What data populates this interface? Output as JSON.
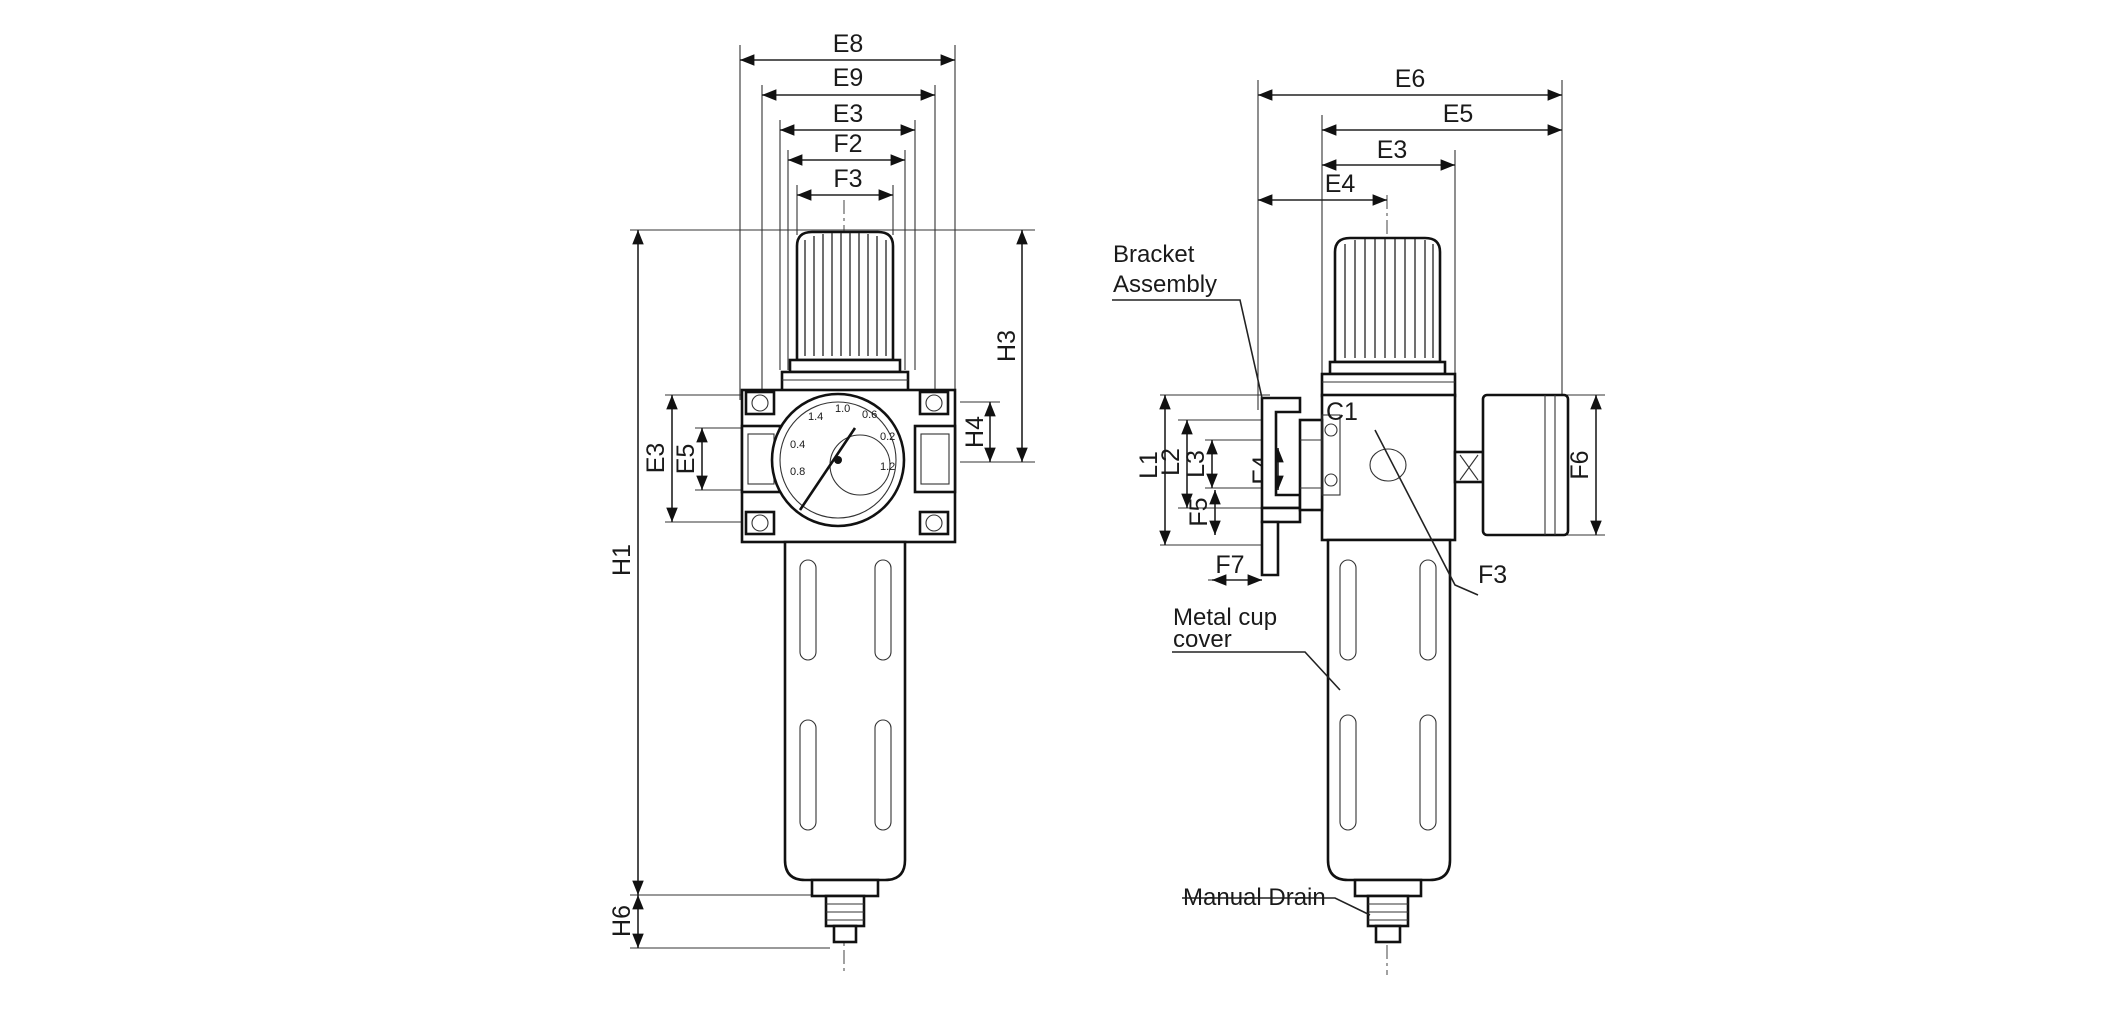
{
  "front_view": {
    "dims": {
      "e8": "E8",
      "e9": "E9",
      "e3_top": "E3",
      "f2": "F2",
      "f3_top": "F3",
      "h3": "H3",
      "h4": "H4",
      "e3_side": "E3",
      "e5": "E5",
      "h1": "H1",
      "h6": "H6"
    }
  },
  "side_view": {
    "dims": {
      "e6": "E6",
      "e5": "E5",
      "e3": "E3",
      "e4": "E4",
      "l1": "L1",
      "l2": "L2",
      "l3": "L3",
      "f4": "F4",
      "f5": "F5",
      "f7": "F7",
      "f6": "F6",
      "f3": "F3",
      "c1": "C1"
    },
    "callouts": {
      "bracket_line1": "Bracket",
      "bracket_line2": "Assembly",
      "metal_cup_line1": "Metal cup",
      "metal_cup_line2": "cover",
      "manual_drain": "Manual Drain"
    }
  },
  "gauge": {
    "ticks": [
      "1.4",
      "1.0",
      "0.6",
      "0.2",
      "0.4",
      "0.8",
      "1.2"
    ]
  }
}
